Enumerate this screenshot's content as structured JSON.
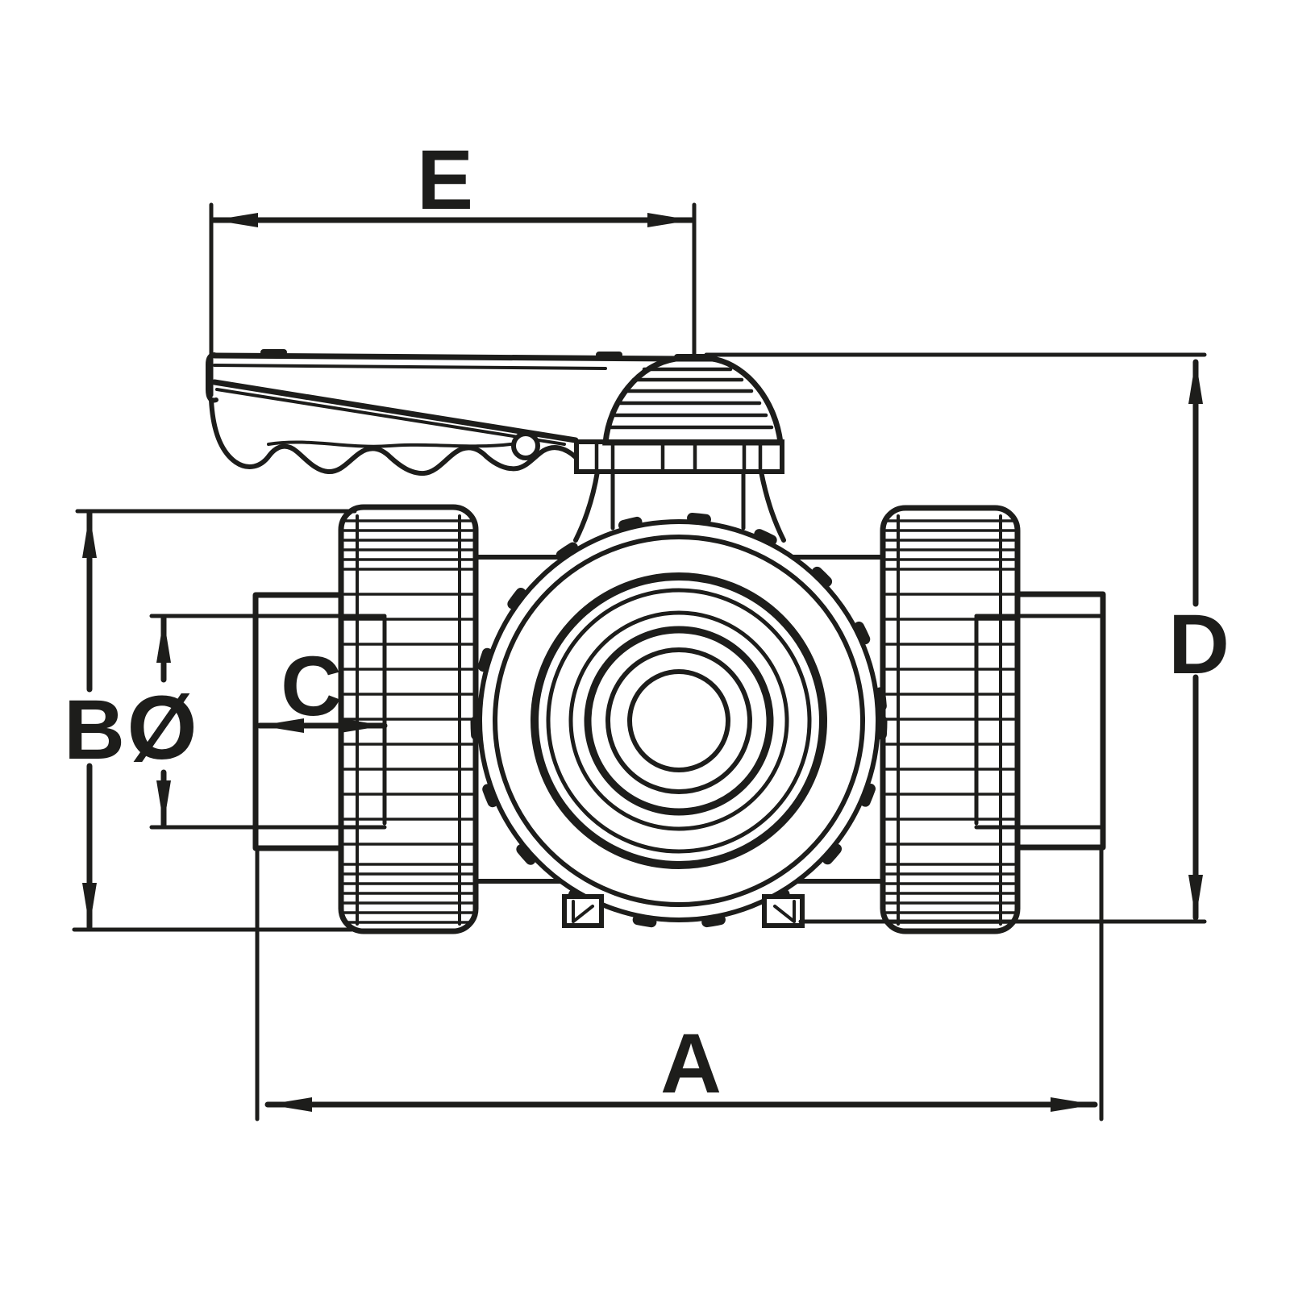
{
  "diagram": {
    "kind": "dimensioned technical line drawing of a 3-way union ball valve, front view",
    "dimension_labels": {
      "overall_length": "A",
      "union_nut_height": "B",
      "socket_depth": "C",
      "overall_height": "D",
      "handle_length": "E",
      "bore_diameter": "Ø"
    },
    "colors": {
      "line": "#1d1d1b",
      "background": "#ffffff"
    }
  }
}
